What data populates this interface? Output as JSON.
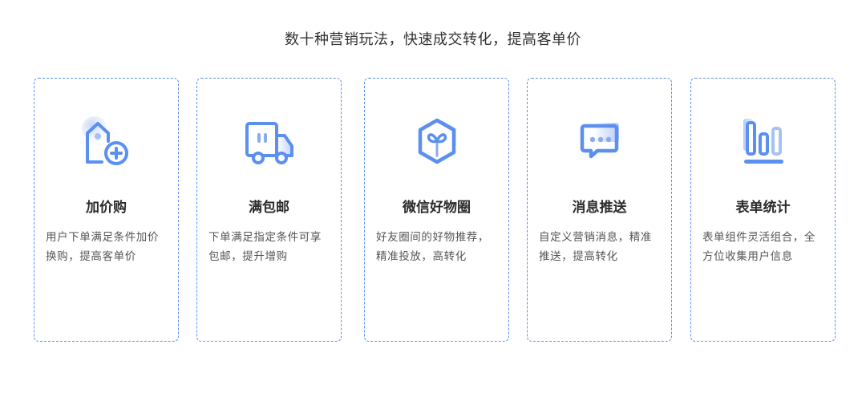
{
  "header": {
    "title": "数十种营销玩法，快速成交转化，提高客单价"
  },
  "colors": {
    "accent": "#5b8ff0",
    "title": "#333333",
    "desc": "#555555"
  },
  "cards": [
    {
      "icon": "price-tag-add-icon",
      "title": "加价购",
      "desc": "用户下单满足条件加价换购，提高客单价"
    },
    {
      "icon": "delivery-truck-icon",
      "title": "满包邮",
      "desc": "下单满足指定条件可享包邮，提升增购"
    },
    {
      "icon": "sprout-box-icon",
      "title": "微信好物圈",
      "desc": "好友圈间的好物推荐，精准投放，高转化"
    },
    {
      "icon": "chat-message-icon",
      "title": "消息推送",
      "desc": "自定义营销消息，精准推送，提高转化"
    },
    {
      "icon": "bar-chart-icon",
      "title": "表单统计",
      "desc": "表单组件灵活组合，全方位收集用户信息"
    }
  ]
}
